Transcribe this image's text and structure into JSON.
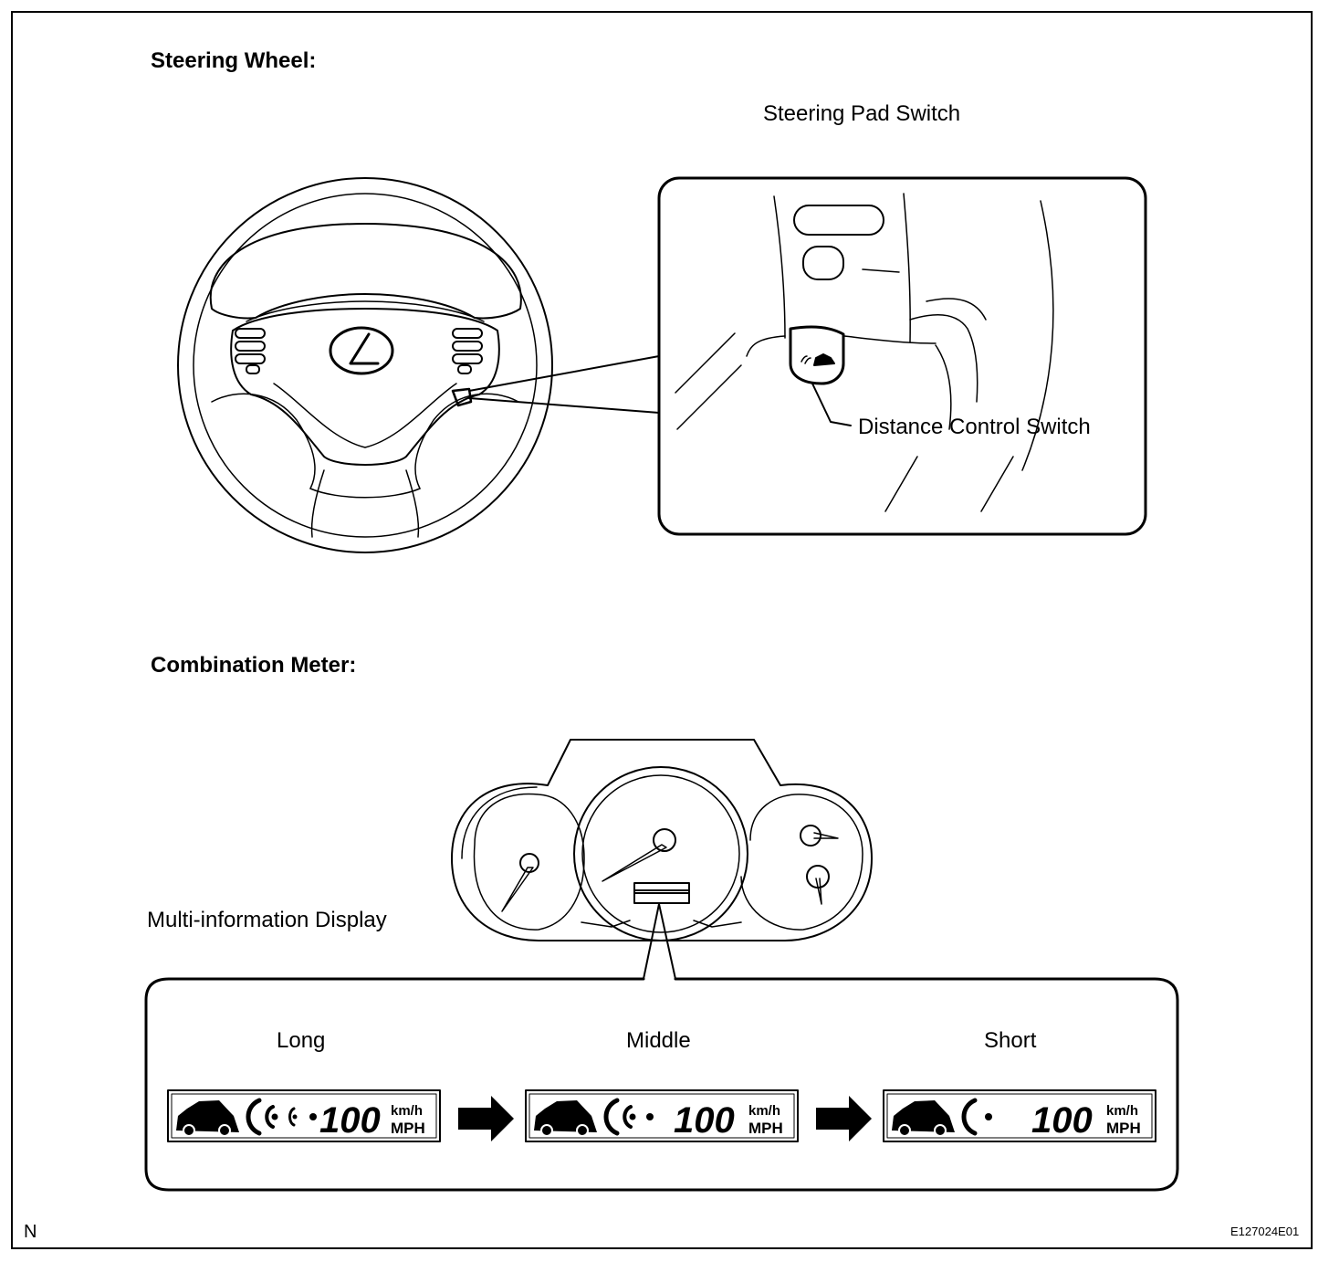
{
  "steering": {
    "heading": "Steering Wheel:",
    "pad_switch_label": "Steering Pad Switch",
    "distance_switch_label": "Distance Control Switch"
  },
  "meter": {
    "heading": "Combination Meter:",
    "display_label": "Multi-information Display"
  },
  "displays": [
    {
      "label": "Long",
      "speed": "100",
      "unit_top": "km/h",
      "unit_bottom": "MPH"
    },
    {
      "label": "Middle",
      "speed": "100",
      "unit_top": "km/h",
      "unit_bottom": "MPH"
    },
    {
      "label": "Short",
      "speed": "100",
      "unit_top": "km/h",
      "unit_bottom": "MPH"
    }
  ],
  "footer": {
    "left": "N",
    "right": "E127024E01"
  }
}
